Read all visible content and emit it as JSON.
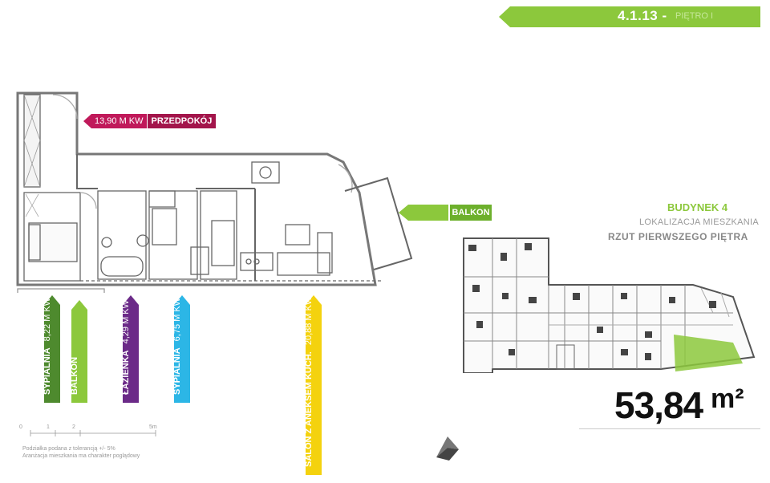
{
  "header": {
    "code": "4.1.13 -",
    "floor": "PIĘTRO I"
  },
  "colors": {
    "green": "#8cc83c",
    "dark_green": "#4e8a2e",
    "magenta": "#c0195a",
    "purple": "#6b2a88",
    "cyan": "#2cb6e6",
    "yellow": "#f4d20e"
  },
  "rooms": [
    {
      "name": "PRZEDPOKÓJ",
      "area": "13,90 M KW",
      "color": "#c0195a"
    },
    {
      "name": "BALKON",
      "area": "",
      "color": "#8cc83c"
    },
    {
      "name": "SYPIALNIA",
      "area": "8,22 M KW",
      "color": "#4e8a2e"
    },
    {
      "name": "BALKON",
      "area": "",
      "color": "#8cc83c"
    },
    {
      "name": "ŁAZIENKA",
      "area": "4,29 M KW",
      "color": "#6b2a88"
    },
    {
      "name": "SYPIALNIA",
      "area": "6,75 M KW",
      "color": "#2cb6e6"
    },
    {
      "name": "SALON Z ANEKSEM KUCH.",
      "area": "20,88 M KW",
      "color": "#f4d20e"
    }
  ],
  "info": {
    "building": "BUDYNEK 4",
    "location_label": "LOKALIZACJA MIESZKANIA",
    "plan_label": "RZUT PIERWSZEGO PIĘTRA",
    "area_value": "53,84",
    "area_unit": "m²"
  },
  "scale": {
    "ticks": [
      "0",
      "1",
      "2",
      "5m"
    ]
  },
  "notes": [
    "Podziałka podana z tolerancją +/- 5%",
    "Aranżacja mieszkania ma charakter poglądowy"
  ],
  "icons": {
    "compass": "compass-arrow-icon"
  }
}
